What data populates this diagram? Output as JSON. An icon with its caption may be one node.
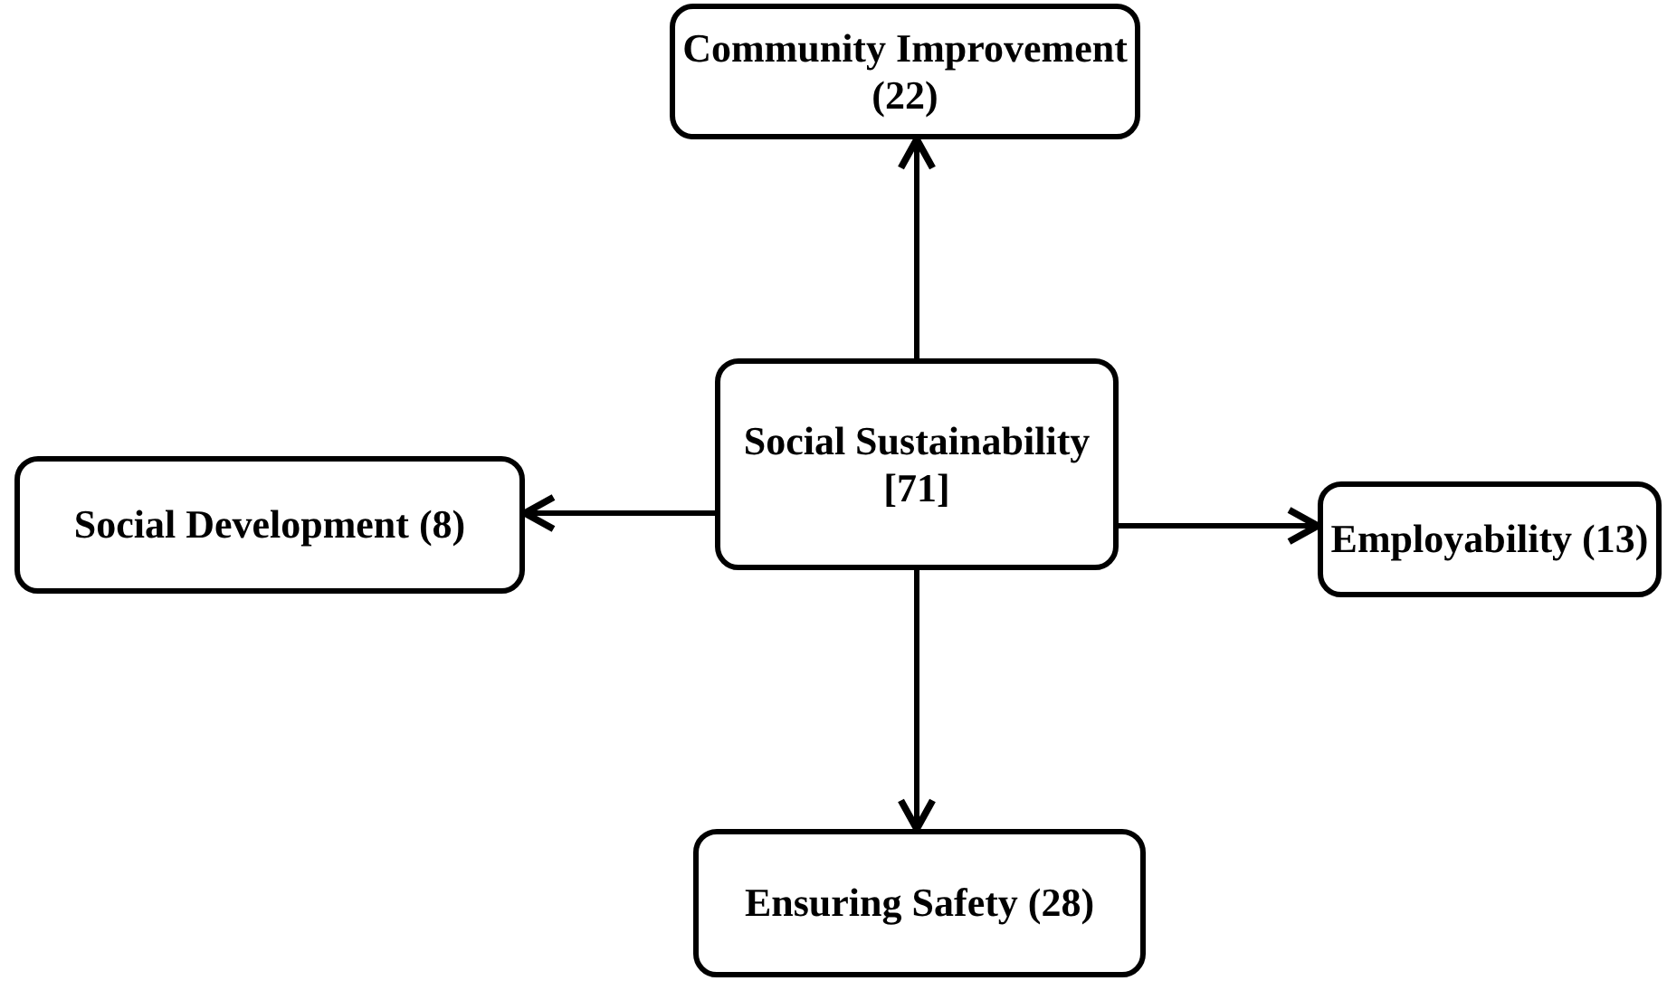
{
  "diagram": {
    "nodes": [
      {
        "text": [
          "Community Improvement (22)"
        ]
      },
      {
        "text": [
          "Social Development (8)"
        ]
      },
      {
        "text": [
          "Social Sustainability [71]"
        ]
      },
      {
        "text": [
          "Employability (13)"
        ]
      },
      {
        "text": [
          "Ensuring Safety (28)"
        ]
      }
    ],
    "edges": [
      {
        "from": 2,
        "to": 0,
        "arrow": "to"
      },
      {
        "from": 2,
        "to": 1,
        "arrow": "to"
      },
      {
        "from": 2,
        "to": 3,
        "arrow": "to"
      },
      {
        "from": 2,
        "to": 4,
        "arrow": "to"
      }
    ]
  }
}
